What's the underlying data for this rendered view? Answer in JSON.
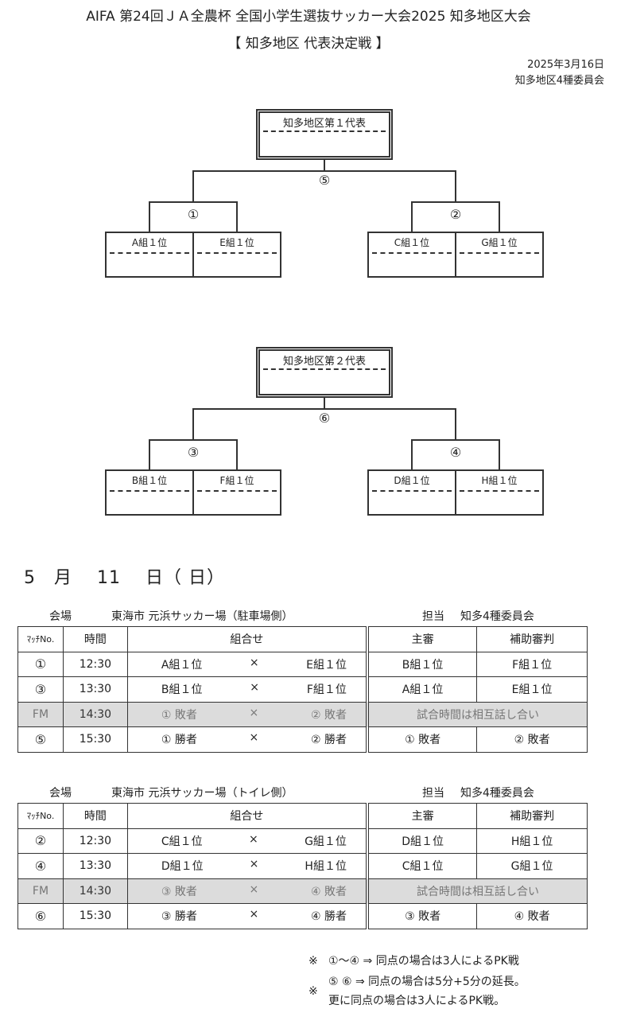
{
  "header": {
    "title": "AIFA 第24回ＪＡ全農杯 全国小学生選抜サッカー大会2025 知多地区大会",
    "subtitle": "【 知多地区 代表決定戦 】",
    "date": "2025年3月16日",
    "committee": "知多地区4種委員会"
  },
  "bracket1": {
    "rep": "知多地区第１代表",
    "final": "⑤",
    "left_match": "①",
    "right_match": "②",
    "slots": [
      "A組１位",
      "E組１位",
      "C組１位",
      "G組１位"
    ]
  },
  "bracket2": {
    "rep": "知多地区第２代表",
    "final": "⑥",
    "left_match": "③",
    "right_match": "④",
    "slots": [
      "B組１位",
      "F組１位",
      "D組１位",
      "H組１位"
    ]
  },
  "date_heading": "5　月　 11 　日（ 日）",
  "schedule1": {
    "venue_label": "会場",
    "venue": "東海市 元浜サッカー場（駐車場側）",
    "charge_label": "担当",
    "charge": "知多4種委員会",
    "headers": [
      "ﾏｯﾁNo.",
      "時間",
      "組合せ",
      "主審",
      "補助審判"
    ],
    "rows": [
      {
        "no": "①",
        "time": "12:30",
        "home": "A組１位",
        "vs": "×",
        "away": "E組１位",
        "ref": "B組１位",
        "assist": "F組１位"
      },
      {
        "no": "③",
        "time": "13:30",
        "home": "B組１位",
        "vs": "×",
        "away": "F組１位",
        "ref": "A組１位",
        "assist": "E組１位"
      },
      {
        "no": "FM",
        "time": "14:30",
        "home": "① 敗者",
        "vs": "×",
        "away": "② 敗者",
        "note": "試合時間は相互話し合い"
      },
      {
        "no": "⑤",
        "time": "15:30",
        "home": "① 勝者",
        "vs": "×",
        "away": "② 勝者",
        "ref": "① 敗者",
        "assist": "② 敗者"
      }
    ]
  },
  "schedule2": {
    "venue_label": "会場",
    "venue": "東海市 元浜サッカー場（トイレ側）",
    "charge_label": "担当",
    "charge": "知多4種委員会",
    "headers": [
      "ﾏｯﾁNo.",
      "時間",
      "組合せ",
      "主審",
      "補助審判"
    ],
    "rows": [
      {
        "no": "②",
        "time": "12:30",
        "home": "C組１位",
        "vs": "×",
        "away": "G組１位",
        "ref": "D組１位",
        "assist": "H組１位"
      },
      {
        "no": "④",
        "time": "13:30",
        "home": "D組１位",
        "vs": "×",
        "away": "H組１位",
        "ref": "C組１位",
        "assist": "G組１位"
      },
      {
        "no": "FM",
        "time": "14:30",
        "home": "③ 敗者",
        "vs": "×",
        "away": "④ 敗者",
        "note": "試合時間は相互話し合い"
      },
      {
        "no": "⑥",
        "time": "15:30",
        "home": "③ 勝者",
        "vs": "×",
        "away": "④ 勝者",
        "ref": "③ 敗者",
        "assist": "④ 敗者"
      }
    ]
  },
  "notes": {
    "mark": "※",
    "line1": "①～④ ⇒ 同点の場合は3人によるPK戦",
    "line2": "⑤ ⑥ ⇒ 同点の場合は5分+5分の延長。",
    "line3": "更に同点の場合は3人によるPK戦。"
  }
}
